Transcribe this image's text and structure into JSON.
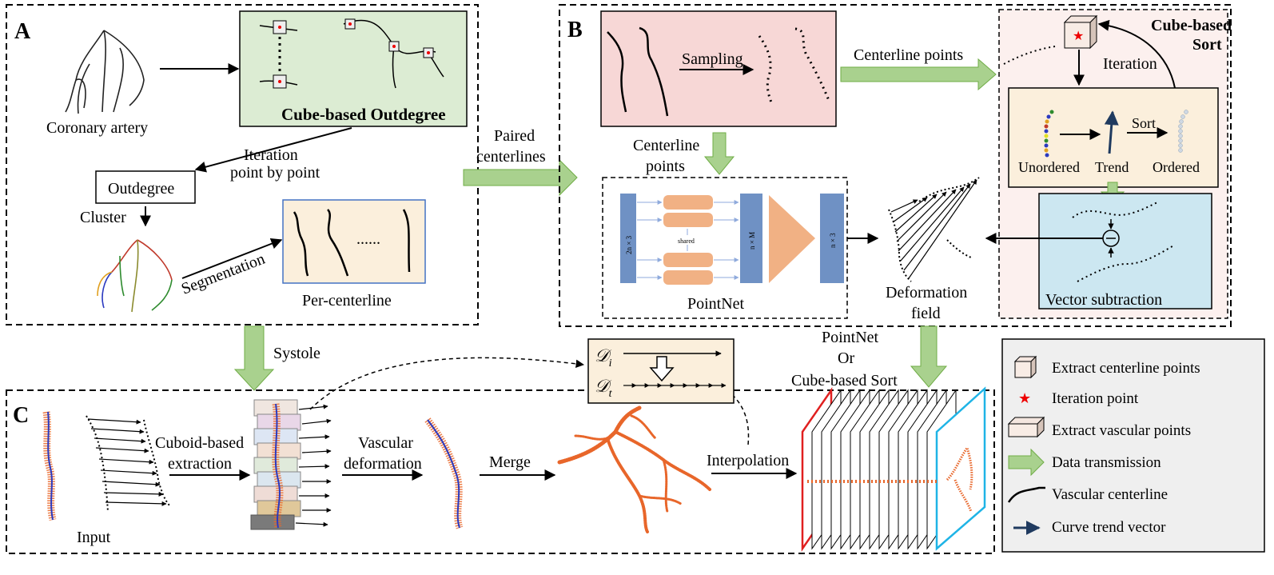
{
  "panels": {
    "a_letter": "A",
    "b_letter": "B",
    "c_letter": "C"
  },
  "panel_a": {
    "coronary_label": "Coronary artery",
    "outdegree_title": "Cube-based Outdegree",
    "iteration_line1": "Iteration",
    "iteration_line2": "point by point",
    "outdegree_box": "Outdegree",
    "cluster": "Cluster",
    "segmentation": "Segmentation",
    "dots": "......",
    "per_centerline": "Per-centerline"
  },
  "between": {
    "paired_line1": "Paired",
    "paired_line2": "centerlines",
    "systole": "Systole"
  },
  "panel_b": {
    "sampling": "Sampling",
    "centerline_points_top": "Centerline points",
    "centerline_line1": "Centerline",
    "centerline_line2": "points",
    "shared": "shared",
    "dim_input": "2n × 3",
    "dim_mid": "n × M",
    "dim_out": "n × 3",
    "pointnet": "PointNet",
    "deformation_line1": "Deformation",
    "deformation_line2": "field",
    "sort_title_line1": "Cube-based",
    "sort_title_line2": "Sort",
    "iteration": "Iteration",
    "sort_arrow": "Sort",
    "unordered": "Unordered",
    "trend": "Trend",
    "ordered": "Ordered",
    "vector_subtraction": "Vector subtraction"
  },
  "panel_c": {
    "input": "Input",
    "cuboid_line1": "Cuboid-based",
    "cuboid_line2": "extraction",
    "vascular_line1": "Vascular",
    "vascular_line2": "deformation",
    "merge": "Merge",
    "interpolation": "Interpolation",
    "di": "𝒟",
    "di_sub": "i",
    "dt": "𝒟",
    "dt_sub": "t",
    "pn_or_line1": "PointNet",
    "pn_or_line2": "Or",
    "pn_or_line3": "Cube-based Sort"
  },
  "legend": {
    "items": [
      {
        "label": "Extract centerline points",
        "icon": "cube-icon"
      },
      {
        "label": "Iteration point",
        "icon": "star-icon"
      },
      {
        "label": "Extract vascular points",
        "icon": "cuboid-icon"
      },
      {
        "label": "Data transmission",
        "icon": "green-arrow-icon"
      },
      {
        "label": "Vascular centerline",
        "icon": "curve-icon"
      },
      {
        "label": "Curve trend vector",
        "icon": "trend-arrow-icon"
      }
    ]
  },
  "colors": {
    "green_box": "#dcecd3",
    "pink_box": "#f7d7d6",
    "peach_box": "#fbefdc",
    "light_blue_box": "#cce7f1",
    "sort_bg": "#fcf0ee",
    "legend_bg": "#efefef",
    "arrow_green": "#a9d18e",
    "vessel_orange": "#e8662a",
    "pointnet_blue": "#6f91c4",
    "pointnet_orange": "#f1b184"
  }
}
